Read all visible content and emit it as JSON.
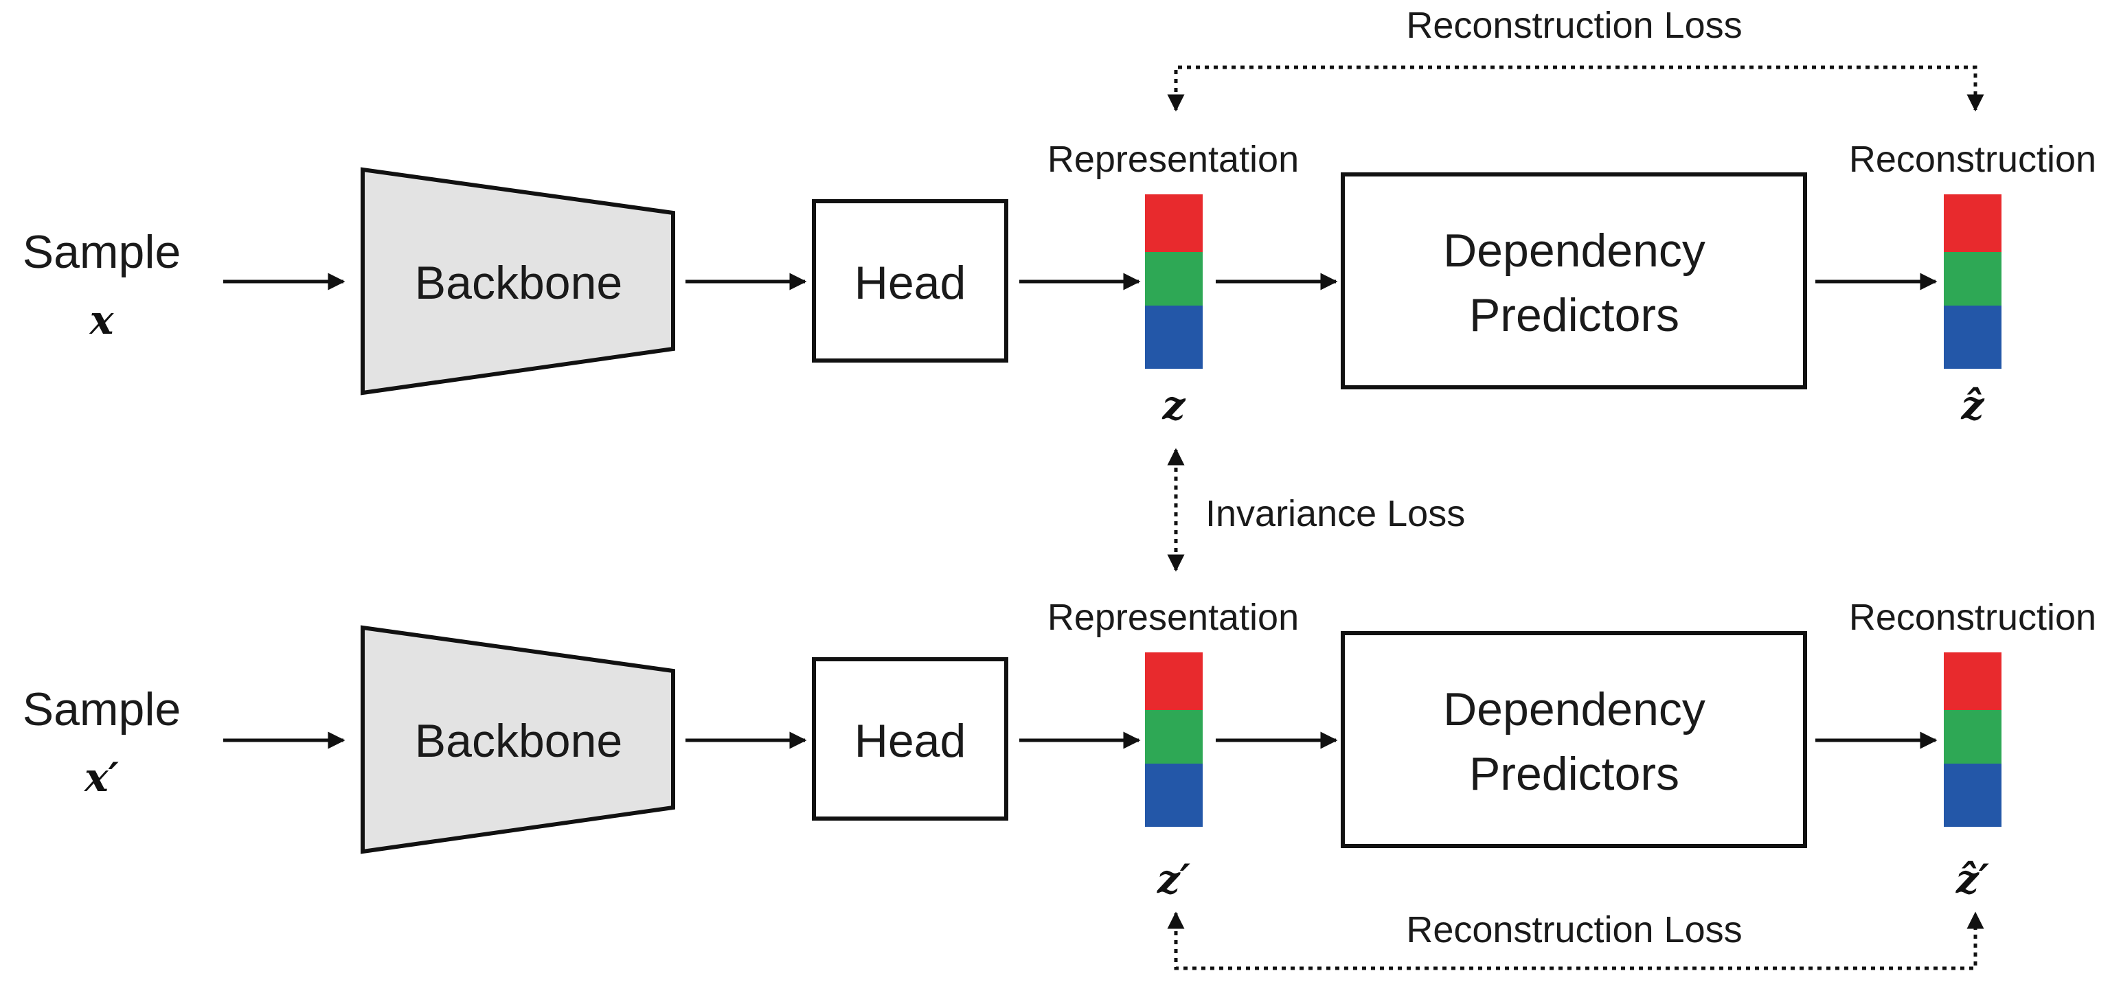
{
  "top": {
    "sample_label": "Sample",
    "sample_symbol": "x",
    "backbone_label": "Backbone",
    "head_label": "Head",
    "representation_label": "Representation",
    "rep_symbol": "z",
    "predictor_line1": "Dependency",
    "predictor_line2": "Predictors",
    "reconstruction_label": "Reconstruction",
    "recon_symbol": "ẑ",
    "loss_label": "Reconstruction Loss"
  },
  "bottom": {
    "sample_label": "Sample",
    "sample_symbol": "x′",
    "backbone_label": "Backbone",
    "head_label": "Head",
    "representation_label": "Representation",
    "rep_symbol": "z′",
    "predictor_line1": "Dependency",
    "predictor_line2": "Predictors",
    "reconstruction_label": "Reconstruction",
    "recon_symbol": "ẑ′",
    "loss_label": "Reconstruction Loss"
  },
  "invariance_label": "Invariance Loss",
  "colors": {
    "segment_red": "#e82a2d",
    "segment_green": "#2ea855",
    "segment_blue": "#2357a8",
    "backbone_fill": "#e3e3e3"
  }
}
